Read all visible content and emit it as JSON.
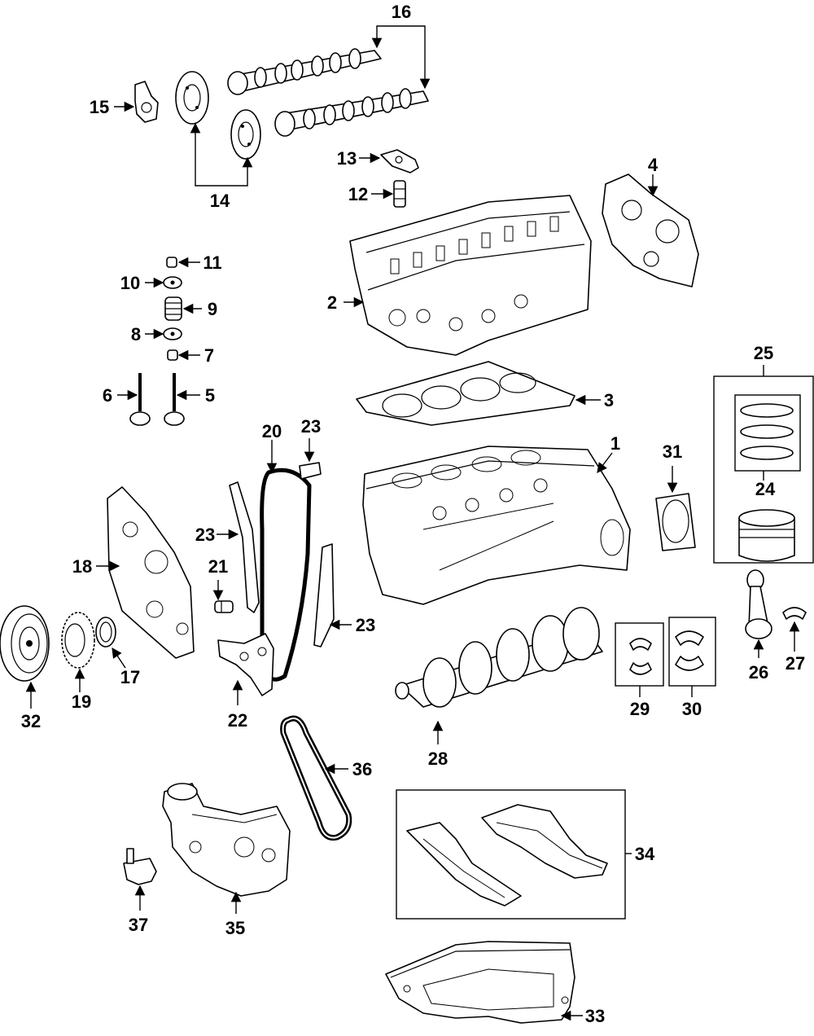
{
  "callouts": {
    "c1": "1",
    "c2": "2",
    "c3": "3",
    "c4": "4",
    "c5": "5",
    "c6": "6",
    "c7": "7",
    "c8": "8",
    "c9": "9",
    "c10": "10",
    "c11": "11",
    "c12": "12",
    "c13": "13",
    "c14": "14",
    "c15": "15",
    "c16": "16",
    "c17": "17",
    "c18": "18",
    "c19": "19",
    "c20": "20",
    "c21": "21",
    "c22": "22",
    "c23a": "23",
    "c23b": "23",
    "c23c": "23",
    "c24": "24",
    "c25": "25",
    "c26": "26",
    "c27": "27",
    "c28": "28",
    "c29": "29",
    "c30": "30",
    "c31": "31",
    "c32": "32",
    "c33": "33",
    "c34": "34",
    "c35": "35",
    "c36": "36",
    "c37": "37"
  }
}
